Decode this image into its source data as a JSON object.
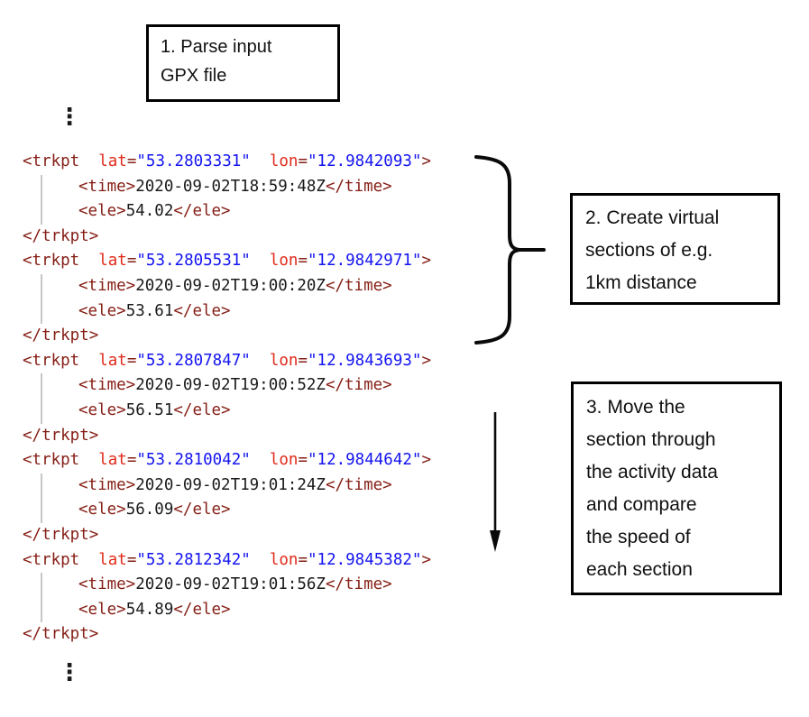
{
  "diagram": {
    "ellipsis_symbol": "⋮",
    "steps": [
      {
        "lines": [
          "1. Parse input",
          "GPX file"
        ]
      },
      {
        "lines": [
          "2. Create virtual",
          "sections of e.g.",
          "1km distance"
        ]
      },
      {
        "lines": [
          "3. Move the",
          "section through",
          "the activity data",
          "and compare",
          "the speed of",
          "each section"
        ]
      }
    ]
  },
  "code": {
    "language": "xml-gpx",
    "syntax": {
      "tag_open": "<trkpt",
      "attr_lat": "lat",
      "attr_lon": "lon",
      "eq": "=",
      "quote": "\"",
      "gt": ">",
      "tag_close": "</trkpt>",
      "time_open": "<time>",
      "time_close": "</time>",
      "ele_open": "<ele>",
      "ele_close": "</ele>"
    },
    "colors": {
      "tag": "#851E15",
      "attr_name": "#E02A1A",
      "attr_value": "#1414F0",
      "text": "#1A1A1A",
      "indent_guide": "#C6C6C6"
    },
    "trkpts": [
      {
        "lat": "53.2803331",
        "lon": "12.9842093",
        "time": "2020-09-02T18:59:48Z",
        "ele": "54.02"
      },
      {
        "lat": "53.2805531",
        "lon": "12.9842971",
        "time": "2020-09-02T19:00:20Z",
        "ele": "53.61"
      },
      {
        "lat": "53.2807847",
        "lon": "12.9843693",
        "time": "2020-09-02T19:00:52Z",
        "ele": "56.51"
      },
      {
        "lat": "53.2810042",
        "lon": "12.9844642",
        "time": "2020-09-02T19:01:24Z",
        "ele": "56.09"
      },
      {
        "lat": "53.2812342",
        "lon": "12.9845382",
        "time": "2020-09-02T19:01:56Z",
        "ele": "54.89"
      }
    ]
  }
}
